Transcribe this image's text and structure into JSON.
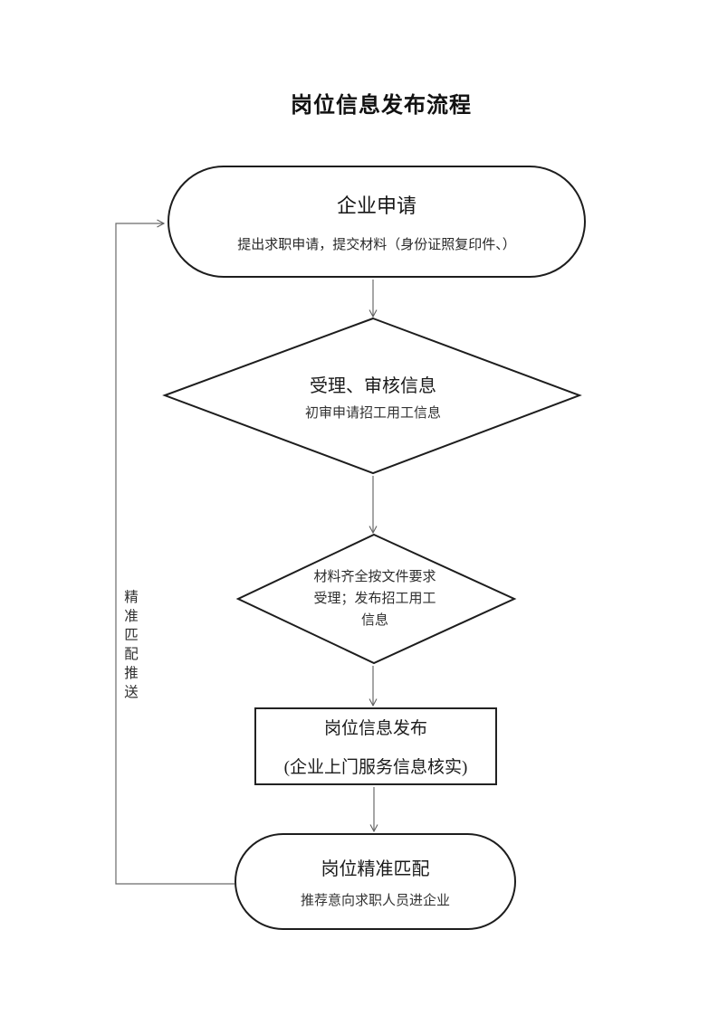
{
  "title": "岗位信息发布流程",
  "flow": {
    "enterprise_apply": {
      "title": "企业申请",
      "subtitle": "提出求职申请，提交材料（身份证照复印件、）"
    },
    "review_audit": {
      "title": "受理、审核信息",
      "subtitle": "初审申请招工用工信息"
    },
    "condition": {
      "text": "材料齐全按文件要求\n受理；发布招工用工\n信息"
    },
    "publish": {
      "line1": "岗位信息发布",
      "line2": "(企业上门服务信息核实)"
    },
    "precise_match": {
      "title": "岗位精准匹配",
      "subtitle": "推荐意向求职人员进企业"
    }
  },
  "feedback": {
    "label": "精\n准\n匹\n配\n推\n送"
  },
  "edges": [
    {
      "from": "enterprise_apply",
      "to": "review_audit"
    },
    {
      "from": "review_audit",
      "to": "condition"
    },
    {
      "from": "condition",
      "to": "publish"
    },
    {
      "from": "publish",
      "to": "precise_match"
    },
    {
      "from": "precise_match",
      "to": "enterprise_apply"
    }
  ],
  "colors": {
    "background": "#ffffff",
    "shape_border": "#1d1d1d",
    "connector": "#6a6a6a",
    "text": "#1a1a1a"
  }
}
